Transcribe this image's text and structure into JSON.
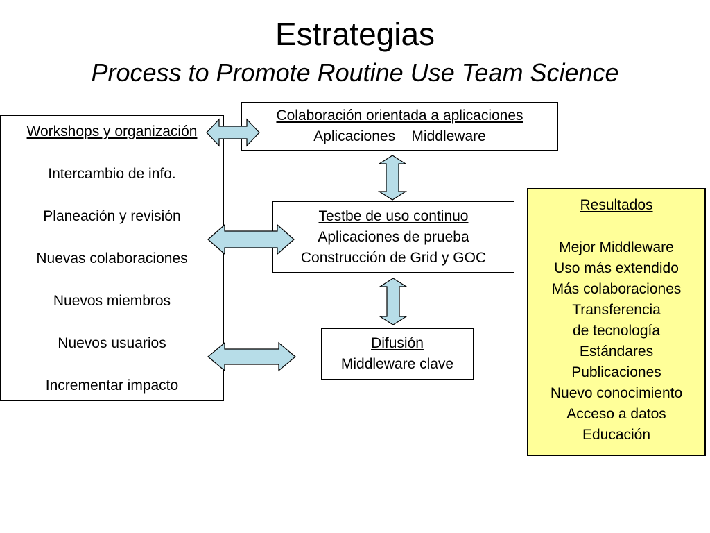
{
  "title": "Estrategias",
  "subtitle": "Process to Promote Routine Use Team Science",
  "left_box": {
    "heading": "Workshops y organización",
    "items": [
      "Intercambio de info.",
      "Planeación y revisión",
      "Nuevas colaboraciones",
      "Nuevos miembros",
      "Nuevos usuarios",
      "Incrementar impacto"
    ]
  },
  "colab_box": {
    "heading": "Colaboración orientada a aplicaciones",
    "line": "Aplicaciones    Middleware"
  },
  "testbed_box": {
    "heading": "Testbe de uso continuo",
    "lines": [
      "Aplicaciones de prueba",
      "Construcción de Grid y GOC"
    ]
  },
  "difusion_box": {
    "heading": "Difusión",
    "line": "Middleware clave"
  },
  "results_box": {
    "heading": "Resultados",
    "items": [
      "Mejor Middleware",
      "Uso más extendido",
      "Más colaboraciones",
      "Transferencia",
      "de tecnología",
      "Estándares",
      "Publicaciones",
      "Nuevo conocimiento",
      "Acceso a datos",
      "Educación"
    ]
  },
  "colors": {
    "arrow_fill": "#b7dde8",
    "results_background": "#ffff99"
  },
  "icons": [
    "double-arrow-horizontal",
    "double-arrow-vertical"
  ]
}
